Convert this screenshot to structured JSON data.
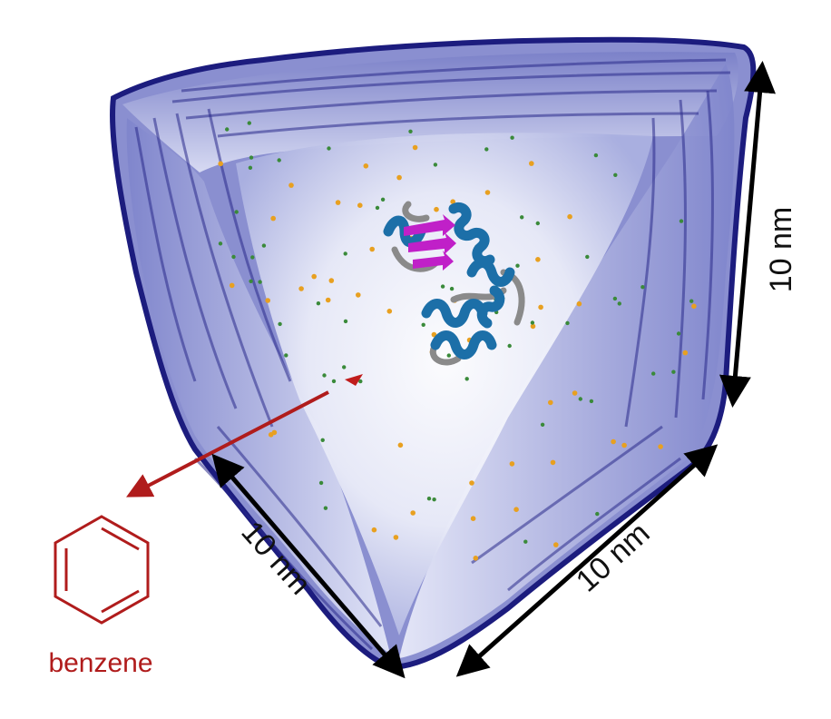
{
  "labels": {
    "dim_right": "10 nm",
    "dim_bottom_left": "10 nm",
    "dim_bottom_right": "10 nm",
    "molecule": "benzene"
  },
  "colors": {
    "box_edge": "#1c1c7e",
    "box_fill": "#8a8fd0",
    "face_light": "#eef0fb",
    "helix": "#1c6fa8",
    "sheet": "#c020c8",
    "coil": "#8a8a8a",
    "ion_orange": "#e8a020",
    "ion_green": "#3a8a3a",
    "benzene": "#b01c1c",
    "arrow_black": "#000000"
  },
  "legend": {
    "molecule_icon": "benzene-ring-icon"
  }
}
